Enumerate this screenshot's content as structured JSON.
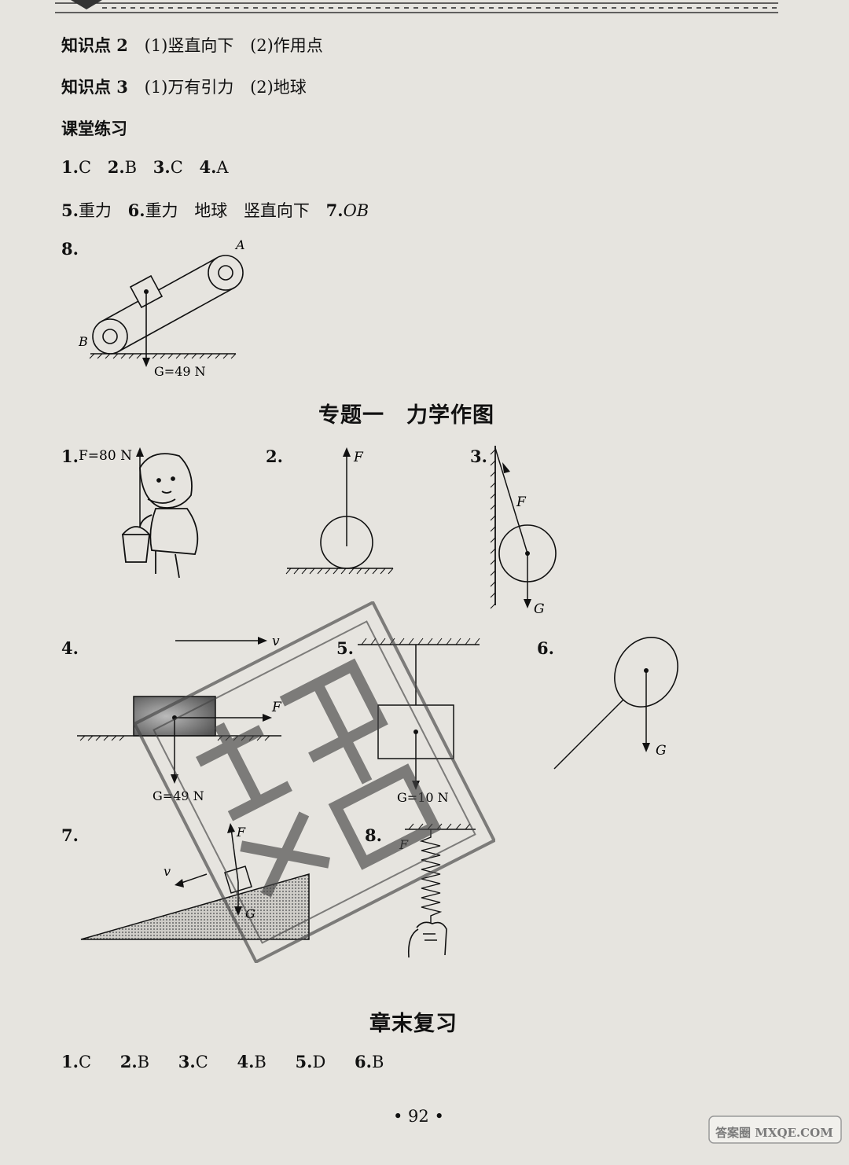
{
  "knowledge": [
    {
      "label": "知识点 2",
      "items": [
        "(1)竖直向下",
        "(2)作用点"
      ]
    },
    {
      "label": "知识点 3",
      "items": [
        "(1)万有引力",
        "(2)地球"
      ]
    }
  ],
  "practice_title": "课堂练习",
  "practice_row1": [
    {
      "num": "1.",
      "ans": "C"
    },
    {
      "num": "2.",
      "ans": "B"
    },
    {
      "num": "3.",
      "ans": "C"
    },
    {
      "num": "4.",
      "ans": "A"
    }
  ],
  "practice_row2": {
    "q5_num": "5.",
    "q5_ans": "重力",
    "q6_num": "6.",
    "q6_ans": [
      "重力",
      "地球",
      "竖直向下"
    ],
    "q7_num": "7.",
    "q7_ans": "OB"
  },
  "q8": {
    "num": "8.",
    "label_a": "A",
    "label_b": "B",
    "force": "G=49 N"
  },
  "topic_title": "专题一　力学作图",
  "diagrams": {
    "d1": {
      "num": "1.",
      "force": "F=80 N"
    },
    "d2": {
      "num": "2.",
      "force": "F"
    },
    "d3": {
      "num": "3.",
      "force_f": "F",
      "force_g": "G"
    },
    "d4": {
      "num": "4.",
      "velocity": "v",
      "force_f": "F",
      "force_g": "G=49 N"
    },
    "d5": {
      "num": "5.",
      "force_g": "G=10 N"
    },
    "d6": {
      "num": "6.",
      "force_g": "G"
    },
    "d7": {
      "num": "7.",
      "velocity": "v",
      "force_f": "F",
      "force_g": "G"
    },
    "d8": {
      "num": "8.",
      "label": "F"
    }
  },
  "chapter_title": "章末复习",
  "review_row": [
    {
      "num": "1.",
      "ans": "C"
    },
    {
      "num": "2.",
      "ans": "B"
    },
    {
      "num": "3.",
      "ans": "C"
    },
    {
      "num": "4.",
      "ans": "B"
    },
    {
      "num": "5.",
      "ans": "D"
    },
    {
      "num": "6.",
      "ans": "B"
    }
  ],
  "page_number": "• 92 •",
  "watermark": "答案圈 MXQE.COM"
}
